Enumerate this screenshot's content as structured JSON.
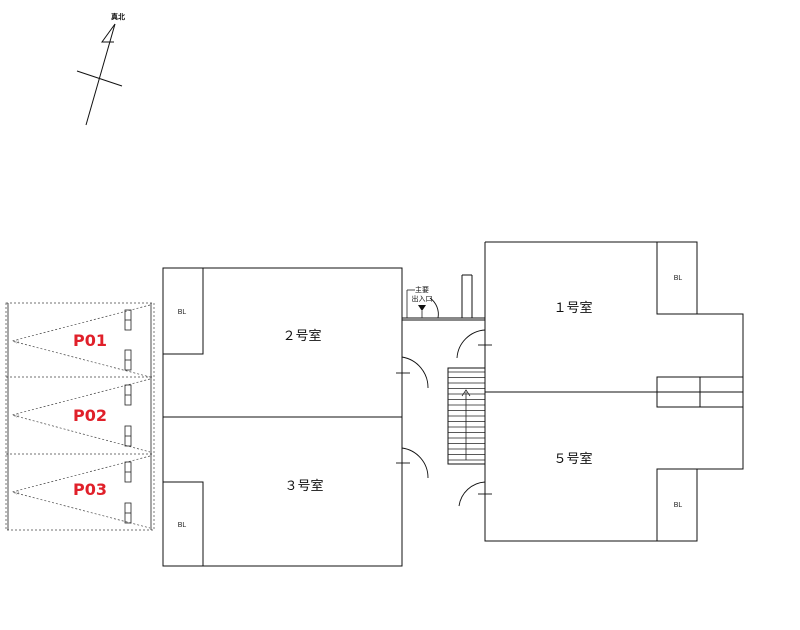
{
  "north": {
    "label": "真北"
  },
  "rooms": [
    {
      "key": "room2",
      "label": "２号室"
    },
    {
      "key": "room3",
      "label": "３号室"
    },
    {
      "key": "room1",
      "label": "１号室"
    },
    {
      "key": "room5",
      "label": "５号室"
    }
  ],
  "balcony_label": "BL",
  "entrance": {
    "line1": "主要",
    "line2": "出入口"
  },
  "parking": {
    "color": "#e0202a",
    "spaces": [
      "P01",
      "P02",
      "P03"
    ]
  }
}
